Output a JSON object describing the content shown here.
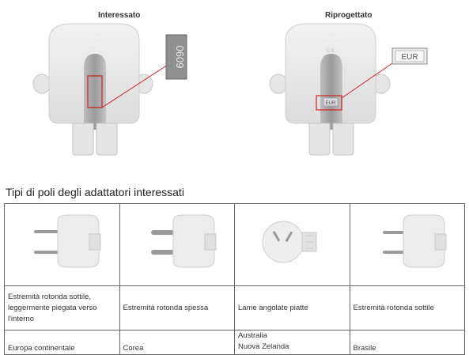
{
  "header": {
    "left_label": "Interessato",
    "right_label": "Riprogettato",
    "left_zoom_code": "0609",
    "right_zoom_code": "EUR"
  },
  "section": {
    "title": "Tipi di poli degli adattatori interessati"
  },
  "table": {
    "columns": [
      {
        "image": "euro-plug-curved-pins-icon",
        "description": [
          "Estremità rotonda sottile,",
          "leggermente piegata verso",
          "l'interno"
        ],
        "countries": [
          "Europa continentale"
        ]
      },
      {
        "image": "korea-plug-thick-pins-icon",
        "description": [
          "Estremità rotonda spessa"
        ],
        "countries": [
          "Corea"
        ]
      },
      {
        "image": "australia-plug-flat-blades-icon",
        "description": [
          "Lame angolate piatte"
        ],
        "countries": [
          "Australia",
          "Nuova Zelanda"
        ]
      },
      {
        "image": "brazil-plug-thin-pins-icon",
        "description": [
          "Estremità rotonda sottile"
        ],
        "countries": [
          "Brasile"
        ]
      }
    ]
  }
}
